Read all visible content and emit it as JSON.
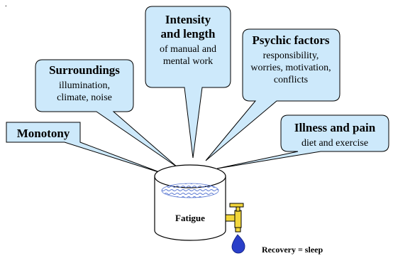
{
  "corner_mark": ".",
  "factors": [
    {
      "id": "monotony",
      "lines": [
        {
          "text": "Monotony",
          "bold": true
        }
      ]
    },
    {
      "id": "surroundings",
      "lines": [
        {
          "text": "Surroundings",
          "bold": true
        },
        {
          "text": "illumination,",
          "bold": false
        },
        {
          "text": "climate, noise",
          "bold": false
        }
      ]
    },
    {
      "id": "intensity",
      "lines": [
        {
          "text": "Intensity",
          "bold": true
        },
        {
          "text": "and length",
          "bold": true
        },
        {
          "text": "of manual and",
          "bold": false
        },
        {
          "text": "mental work",
          "bold": false
        }
      ]
    },
    {
      "id": "psychic",
      "lines": [
        {
          "text": "Psychic factors",
          "bold": true
        },
        {
          "text": "responsibility,",
          "bold": false
        },
        {
          "text": "worries, motivation,",
          "bold": false
        },
        {
          "text": "conflicts",
          "bold": false
        }
      ]
    },
    {
      "id": "illness",
      "lines": [
        {
          "text": "Illness and pain",
          "bold": true
        },
        {
          "text": "diet and exercise",
          "bold": false
        }
      ]
    }
  ],
  "barrel_label": "Fatigue",
  "outflow_label": "Recovery = sleep",
  "colors": {
    "bubble_fill": "#cde9fb",
    "outline": "#000000",
    "water": "#5a78d2",
    "tap": "#f2d63a",
    "drop": "#2a3fc9"
  }
}
